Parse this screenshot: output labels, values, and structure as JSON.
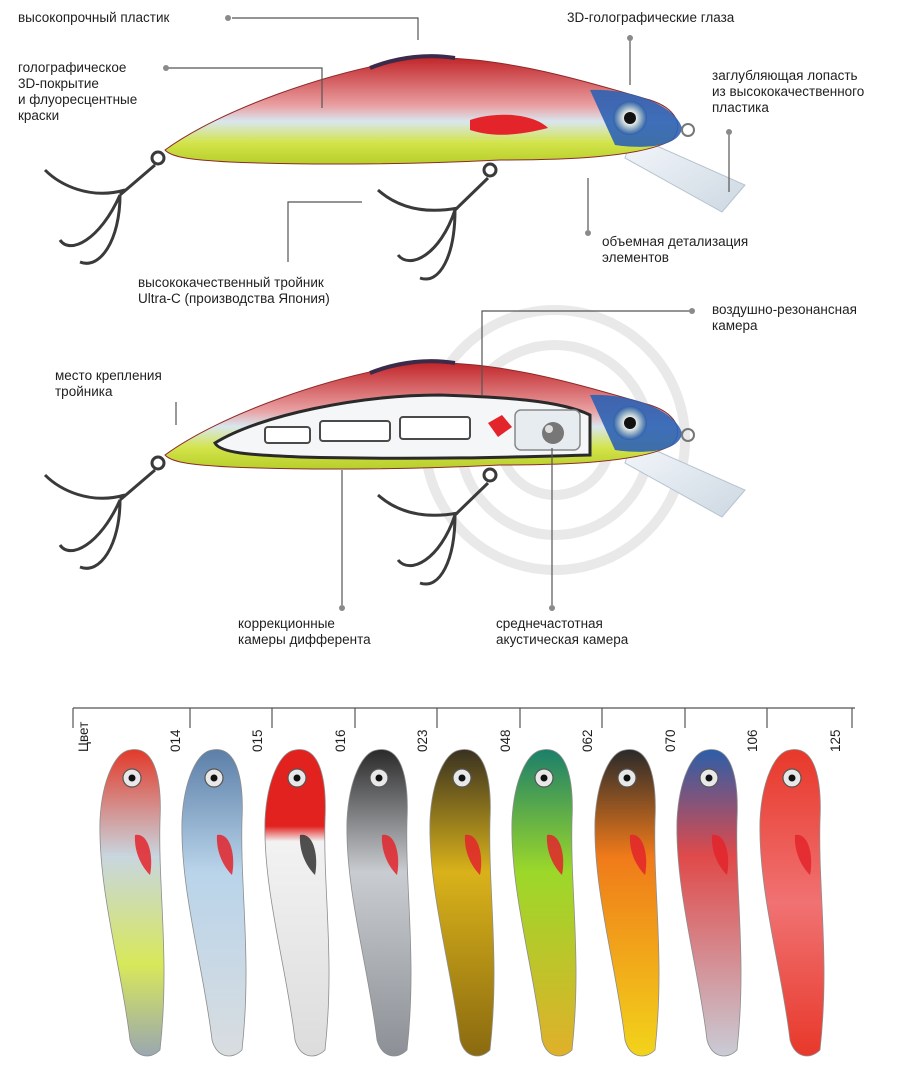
{
  "labels": {
    "plastic": "высокопрочный пластик",
    "eyes": "3D-голографические глаза",
    "coating": "голографическое\n3D-покрытие\nи флуоресцентные\nкраски",
    "lip": "заглубляющая лопасть\nиз высококачественного\nпластика",
    "detail": "объемная детализация\nэлементов",
    "hook": "высококачественный тройник\nUltra-C (производства Япония)",
    "air": "воздушно-резонансная\nкамера",
    "attach": "место крепления\nтройника",
    "trim": "коррекционные\nкамеры дифферента",
    "acoustic": "среднечастотная\nакустическая камера"
  },
  "colors_header": "Цвет",
  "color_codes": [
    "014",
    "015",
    "016",
    "023",
    "048",
    "062",
    "070",
    "106",
    "125"
  ],
  "palette": {
    "line": "#555555",
    "dot": "#8a8a8a"
  }
}
